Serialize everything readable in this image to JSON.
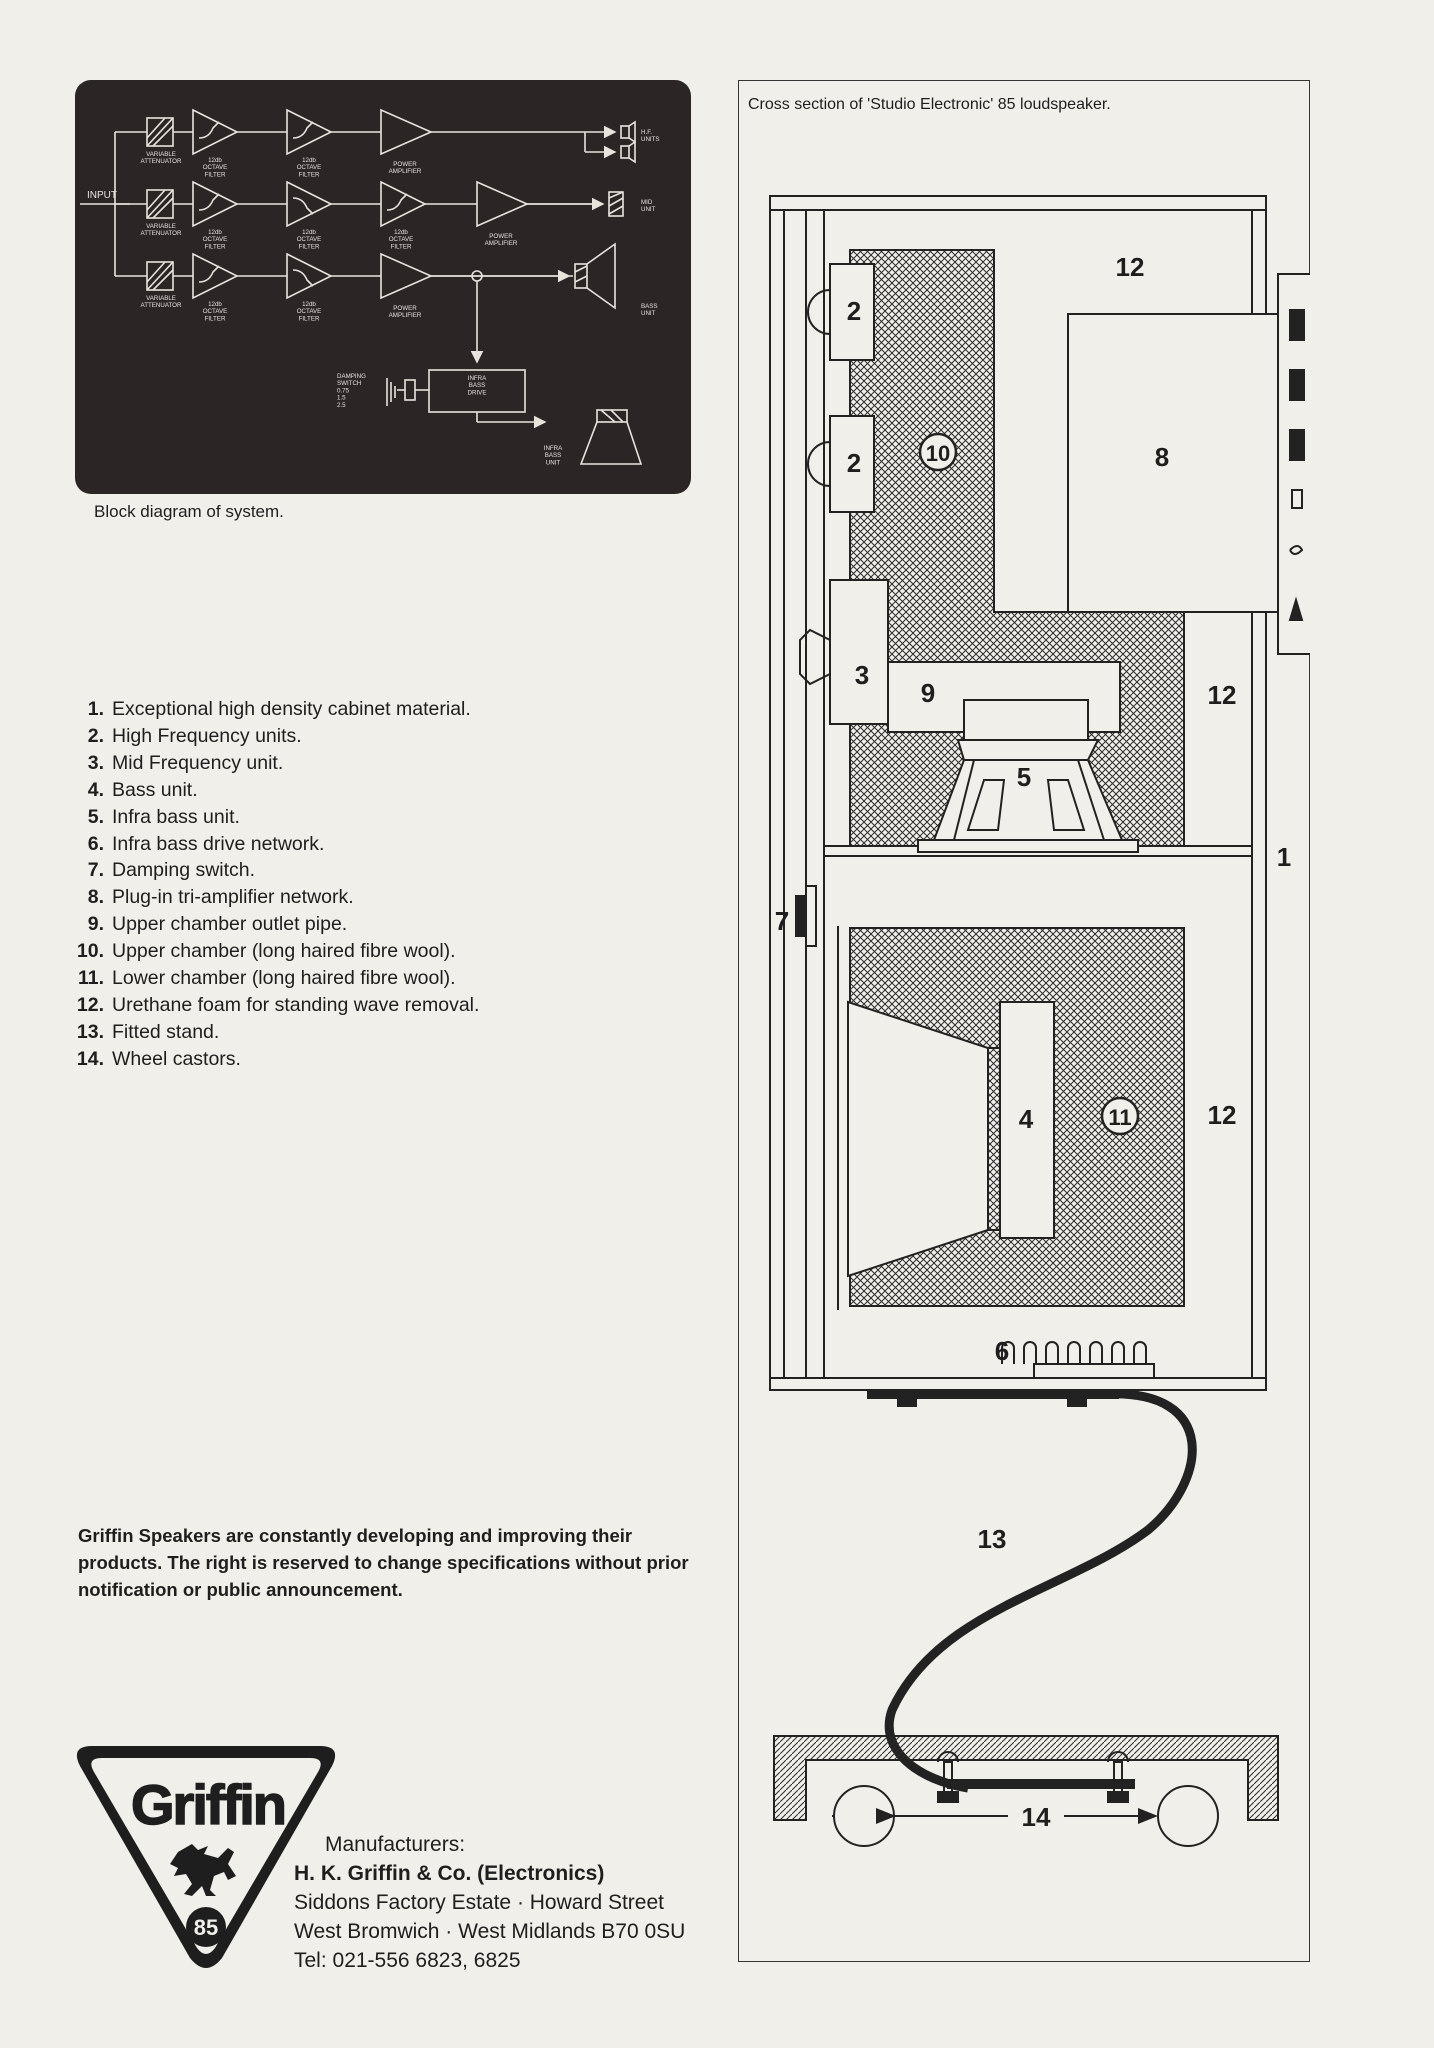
{
  "block_diagram": {
    "caption": "Block diagram of system.",
    "labels": {
      "input": "INPUT",
      "hf_units": [
        "H.F.",
        "UNITS"
      ],
      "mid_unit": [
        "MID",
        "UNIT"
      ],
      "bass_unit": [
        "BASS",
        "UNIT"
      ],
      "infra_bass_unit": [
        "INFRA",
        "BASS",
        "UNIT"
      ],
      "infra_bass_drive": [
        "INFRA",
        "BASS",
        "DRIVE"
      ],
      "damping_switch": [
        "DAMPING",
        "SWITCH",
        "0.75",
        "1.5",
        "2.5"
      ],
      "variable_attenuator": [
        "VARIABLE",
        "ATTENUATOR"
      ],
      "octave_filter": [
        "12db",
        "OCTAVE",
        "FILTER"
      ],
      "power_amplifier": [
        "POWER",
        "AMPLIFIER"
      ]
    }
  },
  "legend": [
    {
      "num": "1.",
      "text": "Exceptional high density cabinet material."
    },
    {
      "num": "2.",
      "text": "High Frequency units."
    },
    {
      "num": "3.",
      "text": "Mid Frequency unit."
    },
    {
      "num": "4.",
      "text": "Bass unit."
    },
    {
      "num": "5.",
      "text": "Infra bass unit."
    },
    {
      "num": "6.",
      "text": "Infra bass drive network."
    },
    {
      "num": "7.",
      "text": "Damping switch."
    },
    {
      "num": "8.",
      "text": "Plug-in tri-amplifier network."
    },
    {
      "num": "9.",
      "text": "Upper chamber outlet pipe."
    },
    {
      "num": "10.",
      "text": "Upper chamber (long haired fibre wool)."
    },
    {
      "num": "11.",
      "text": "Lower chamber (long haired fibre wool)."
    },
    {
      "num": "12.",
      "text": "Urethane foam for standing wave removal."
    },
    {
      "num": "13.",
      "text": "Fitted stand."
    },
    {
      "num": "14.",
      "text": "Wheel castors."
    }
  ],
  "notice": "Griffin Speakers are constantly developing and improving their products. The right is reserved to change specifications without prior notification or public announcement.",
  "logo": {
    "brand": "Griffin",
    "model": "85"
  },
  "manufacturer": {
    "heading": "Manufacturers:",
    "company": "H. K. Griffin & Co. (Electronics)",
    "address1": "Siddons Factory Estate · Howard Street",
    "address2": "West Bromwich · West Midlands B70 0SU",
    "tel": "Tel: 021-556 6823, 6825"
  },
  "cross_section": {
    "caption": "Cross section of 'Studio Electronic' 85 loudspeaker.",
    "callouts": {
      "c1": "1",
      "c2a": "2",
      "c2b": "2",
      "c3": "3",
      "c4": "4",
      "c5": "5",
      "c6": "6",
      "c7": "7",
      "c8": "8",
      "c9": "9",
      "c10": "10",
      "c11": "11",
      "c12a": "12",
      "c12b": "12",
      "c12c": "12",
      "c13": "13",
      "c14": "14"
    }
  },
  "colors": {
    "paper": "#f1efea",
    "ink": "#1e1e1e",
    "diagram_panel": "#2b2526",
    "diagram_ink": "#e8e4dc"
  }
}
